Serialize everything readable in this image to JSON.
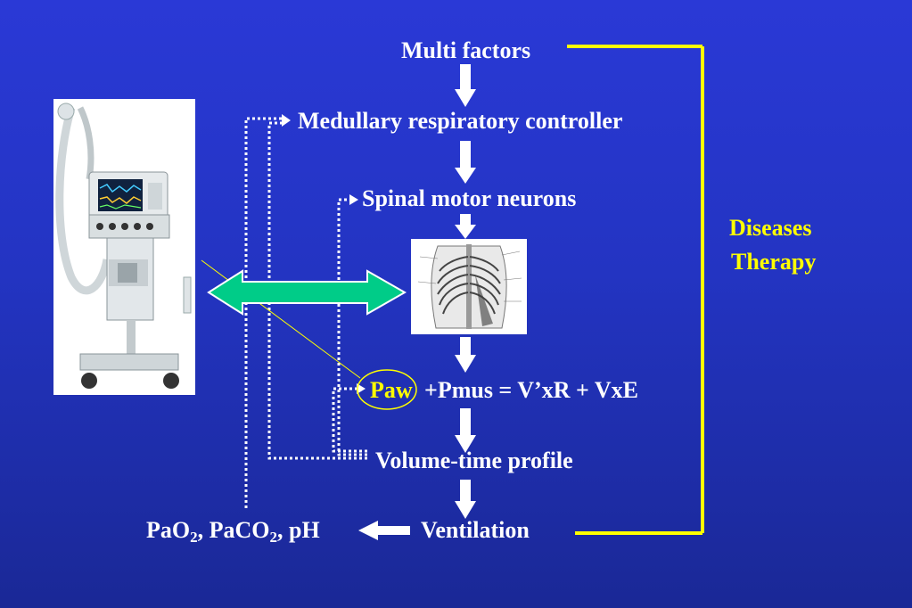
{
  "nodes": {
    "multi_factors": "Multi factors",
    "medullary": "Medullary respiratory controller",
    "spinal": "Spinal motor neurons",
    "paw": "Paw",
    "equation": "+Pmus = V’xR + VxE",
    "volume_time": "Volume-time profile",
    "ventilation": "Ventilation"
  },
  "blood_gas": {
    "pao": "PaO",
    "sub1": "2",
    "paco": ", PaCO",
    "sub2": "2",
    "ph": ", pH"
  },
  "feedback": {
    "line1": "Diseases",
    "line2": "Therapy"
  },
  "colors": {
    "background": "#2334c2",
    "text": "#ffffff",
    "highlight": "#ffff00",
    "double_arrow": "#00cc88"
  }
}
